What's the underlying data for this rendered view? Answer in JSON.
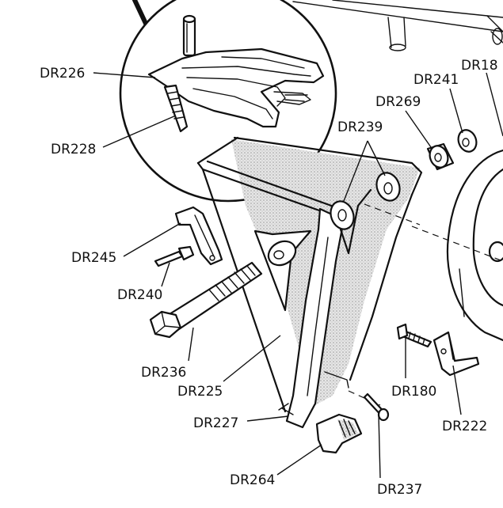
{
  "labels": {
    "dr226": "DR226",
    "dr228": "DR228",
    "dr245": "DR245",
    "dr240": "DR240",
    "dr236": "DR236",
    "dr225": "DR225",
    "dr227": "DR227",
    "dr264": "DR264",
    "dr237": "DR237",
    "dr222": "DR222",
    "dr180a": "DR180",
    "dr180b": "DR18",
    "dr269": "DR269",
    "dr241": "DR241",
    "dr239": "DR239"
  }
}
